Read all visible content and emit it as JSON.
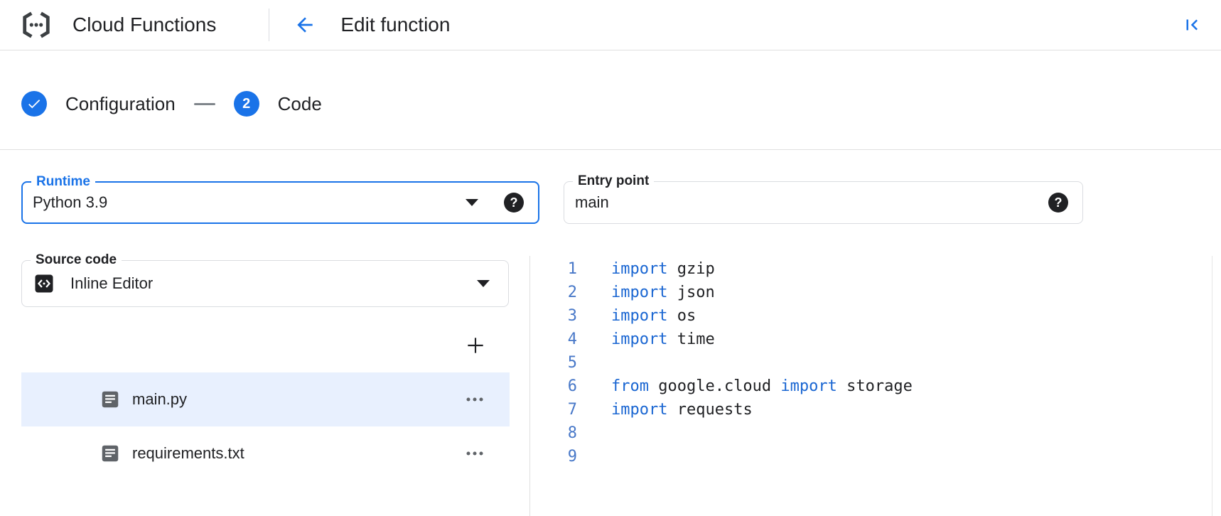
{
  "header": {
    "app_title": "Cloud Functions",
    "page_title": "Edit function"
  },
  "stepper": {
    "steps": [
      {
        "label": "Configuration",
        "state": "complete"
      },
      {
        "label": "Code",
        "number": "2",
        "state": "active"
      }
    ]
  },
  "form": {
    "runtime": {
      "label": "Runtime",
      "value": "Python 3.9"
    },
    "entry_point": {
      "label": "Entry point",
      "value": "main"
    }
  },
  "source": {
    "label": "Source code",
    "value": "Inline Editor",
    "files": [
      {
        "name": "main.py",
        "selected": true
      },
      {
        "name": "requirements.txt",
        "selected": false
      }
    ]
  },
  "editor": {
    "lines": [
      {
        "num": "1",
        "segments": [
          [
            "kw",
            "import"
          ],
          [
            "pl",
            " gzip"
          ]
        ]
      },
      {
        "num": "2",
        "segments": [
          [
            "kw",
            "import"
          ],
          [
            "pl",
            " json"
          ]
        ]
      },
      {
        "num": "3",
        "segments": [
          [
            "kw",
            "import"
          ],
          [
            "pl",
            " os"
          ]
        ]
      },
      {
        "num": "4",
        "segments": [
          [
            "kw",
            "import"
          ],
          [
            "pl",
            " time"
          ]
        ]
      },
      {
        "num": "5",
        "segments": []
      },
      {
        "num": "6",
        "segments": [
          [
            "kw",
            "from"
          ],
          [
            "pl",
            " google.cloud "
          ],
          [
            "kw",
            "import"
          ],
          [
            "pl",
            " storage"
          ]
        ]
      },
      {
        "num": "7",
        "segments": [
          [
            "kw",
            "import"
          ],
          [
            "pl",
            " requests"
          ]
        ]
      },
      {
        "num": "8",
        "segments": []
      },
      {
        "num": "9",
        "segments": []
      }
    ]
  },
  "icons": {
    "logo": "cloud-functions-brackets",
    "back": "arrow-left",
    "collapse": "first-page",
    "help": "question-circle",
    "dropdown": "caret-down",
    "inline_editor": "code-brackets",
    "add_file": "plus",
    "file": "document",
    "more": "more-horiz",
    "step_complete": "check"
  },
  "colors": {
    "accent": "#1a73e8",
    "keyword": "#1a66d2",
    "line_number": "#4878c8",
    "selected_row": "#e8f0fe"
  }
}
